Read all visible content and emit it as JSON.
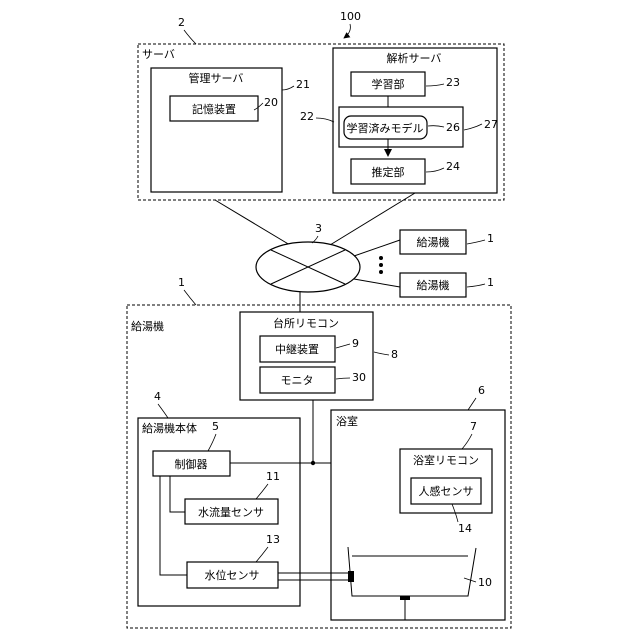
{
  "system_number": "100",
  "server": {
    "number": "2",
    "label": "サーバ",
    "management_server": {
      "label": "管理サーバ",
      "number": "21"
    },
    "storage_device": {
      "label": "記憶装置",
      "number": "20"
    },
    "analysis_server": {
      "label": "解析サーバ",
      "number": "22"
    },
    "learning_unit": {
      "label": "学習部",
      "number": "23"
    },
    "trained_model_frame_number": "27",
    "trained_model": {
      "label": "学習済みモデル",
      "number": "26"
    },
    "estimation_unit": {
      "label": "推定部",
      "number": "24"
    }
  },
  "network": {
    "number": "3"
  },
  "remote_heaters": [
    {
      "label": "給湯機",
      "number": "1"
    },
    {
      "label": "給湯機",
      "number": "1"
    }
  ],
  "water_heater": {
    "number": "1",
    "label": "給湯機",
    "kitchen_remote": {
      "label": "台所リモコン",
      "number": "8"
    },
    "relay_device": {
      "label": "中継装置",
      "number": "9"
    },
    "monitor": {
      "label": "モニタ",
      "number": "30"
    },
    "heater_body": {
      "label": "給湯機本体",
      "number": "4"
    },
    "controller": {
      "label": "制御器",
      "number": "5"
    },
    "flow_sensor": {
      "label": "水流量センサ",
      "number": "11"
    },
    "level_sensor": {
      "label": "水位センサ",
      "number": "13"
    },
    "bathroom": {
      "label": "浴室",
      "number": "6"
    },
    "bath_remote": {
      "label": "浴室リモコン",
      "number": "7"
    },
    "motion_sensor": {
      "label": "人感センサ",
      "number": "14"
    },
    "bathtub_number": "10"
  }
}
